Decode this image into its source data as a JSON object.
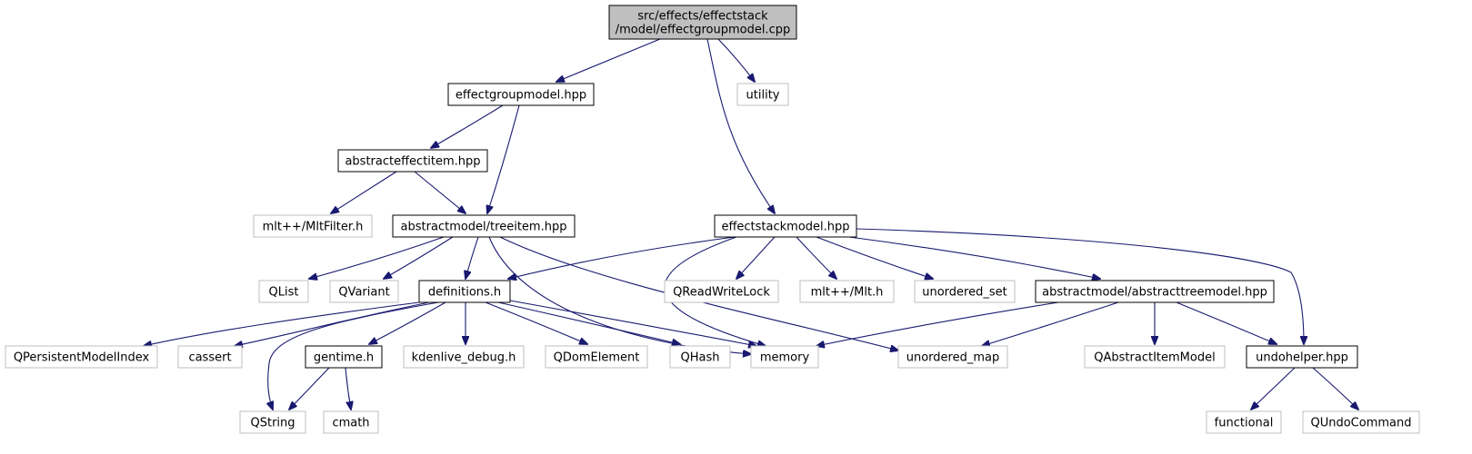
{
  "diagram": {
    "type": "include-dependency-graph",
    "colors": {
      "edge": "#191970",
      "root_fill": "#bfbfbf",
      "project_border": "#000000",
      "system_border": "#bfbfbf",
      "text": "#000000",
      "background": "#ffffff"
    },
    "nodes": [
      {
        "id": "root",
        "kind": "root",
        "lines": [
          "src/effects/effectstack",
          "/model/effectgroupmodel.cpp"
        ]
      },
      {
        "id": "effectgroupmodel",
        "kind": "project",
        "lines": [
          "effectgroupmodel.hpp"
        ]
      },
      {
        "id": "utility",
        "kind": "system",
        "lines": [
          "utility"
        ]
      },
      {
        "id": "abstracteffectitem",
        "kind": "project",
        "lines": [
          "abstracteffectitem.hpp"
        ]
      },
      {
        "id": "mltfilter",
        "kind": "system",
        "lines": [
          "mlt++/MltFilter.h"
        ]
      },
      {
        "id": "treeitem",
        "kind": "project",
        "lines": [
          "abstractmodel/treeitem.hpp"
        ]
      },
      {
        "id": "effectstackmodel",
        "kind": "project",
        "lines": [
          "effectstackmodel.hpp"
        ]
      },
      {
        "id": "qlist",
        "kind": "system",
        "lines": [
          "QList"
        ]
      },
      {
        "id": "qvariant",
        "kind": "system",
        "lines": [
          "QVariant"
        ]
      },
      {
        "id": "definitions",
        "kind": "project",
        "lines": [
          "definitions.h"
        ]
      },
      {
        "id": "qreadwritelock",
        "kind": "system",
        "lines": [
          "QReadWriteLock"
        ]
      },
      {
        "id": "mlt",
        "kind": "system",
        "lines": [
          "mlt++/Mlt.h"
        ]
      },
      {
        "id": "unordered_set",
        "kind": "system",
        "lines": [
          "unordered_set"
        ]
      },
      {
        "id": "abstracttreemodel",
        "kind": "project",
        "lines": [
          "abstractmodel/abstracttreemodel.hpp"
        ]
      },
      {
        "id": "qpersistentmodelindex",
        "kind": "system",
        "lines": [
          "QPersistentModelIndex"
        ]
      },
      {
        "id": "cassert",
        "kind": "system",
        "lines": [
          "cassert"
        ]
      },
      {
        "id": "gentime",
        "kind": "project",
        "lines": [
          "gentime.h"
        ]
      },
      {
        "id": "kdenlive_debug",
        "kind": "system",
        "lines": [
          "kdenlive_debug.h"
        ]
      },
      {
        "id": "qdomelement",
        "kind": "system",
        "lines": [
          "QDomElement"
        ]
      },
      {
        "id": "qhash",
        "kind": "system",
        "lines": [
          "QHash"
        ]
      },
      {
        "id": "memory",
        "kind": "system",
        "lines": [
          "memory"
        ]
      },
      {
        "id": "unordered_map",
        "kind": "system",
        "lines": [
          "unordered_map"
        ]
      },
      {
        "id": "qabstractitemmodel",
        "kind": "system",
        "lines": [
          "QAbstractItemModel"
        ]
      },
      {
        "id": "undohelper",
        "kind": "project",
        "lines": [
          "undohelper.hpp"
        ]
      },
      {
        "id": "qstring",
        "kind": "system",
        "lines": [
          "QString"
        ]
      },
      {
        "id": "cmath",
        "kind": "system",
        "lines": [
          "cmath"
        ]
      },
      {
        "id": "functional",
        "kind": "system",
        "lines": [
          "functional"
        ]
      },
      {
        "id": "qundocommand",
        "kind": "system",
        "lines": [
          "QUndoCommand"
        ]
      }
    ],
    "edges": [
      {
        "from": "root",
        "to": "effectgroupmodel"
      },
      {
        "from": "root",
        "to": "utility"
      },
      {
        "from": "root",
        "to": "effectstackmodel"
      },
      {
        "from": "effectgroupmodel",
        "to": "abstracteffectitem"
      },
      {
        "from": "effectgroupmodel",
        "to": "treeitem"
      },
      {
        "from": "abstracteffectitem",
        "to": "mltfilter"
      },
      {
        "from": "abstracteffectitem",
        "to": "treeitem"
      },
      {
        "from": "treeitem",
        "to": "qlist"
      },
      {
        "from": "treeitem",
        "to": "qvariant"
      },
      {
        "from": "treeitem",
        "to": "definitions"
      },
      {
        "from": "treeitem",
        "to": "memory"
      },
      {
        "from": "treeitem",
        "to": "unordered_map"
      },
      {
        "from": "effectstackmodel",
        "to": "definitions"
      },
      {
        "from": "effectstackmodel",
        "to": "memory"
      },
      {
        "from": "effectstackmodel",
        "to": "qreadwritelock"
      },
      {
        "from": "effectstackmodel",
        "to": "mlt"
      },
      {
        "from": "effectstackmodel",
        "to": "unordered_set"
      },
      {
        "from": "effectstackmodel",
        "to": "abstracttreemodel"
      },
      {
        "from": "effectstackmodel",
        "to": "undohelper"
      },
      {
        "from": "definitions",
        "to": "qpersistentmodelindex"
      },
      {
        "from": "definitions",
        "to": "cassert"
      },
      {
        "from": "definitions",
        "to": "qstring"
      },
      {
        "from": "definitions",
        "to": "gentime"
      },
      {
        "from": "definitions",
        "to": "kdenlive_debug"
      },
      {
        "from": "definitions",
        "to": "qdomelement"
      },
      {
        "from": "definitions",
        "to": "qhash"
      },
      {
        "from": "definitions",
        "to": "memory"
      },
      {
        "from": "gentime",
        "to": "qstring"
      },
      {
        "from": "gentime",
        "to": "cmath"
      },
      {
        "from": "abstracttreemodel",
        "to": "memory"
      },
      {
        "from": "abstracttreemodel",
        "to": "unordered_map"
      },
      {
        "from": "abstracttreemodel",
        "to": "qabstractitemmodel"
      },
      {
        "from": "abstracttreemodel",
        "to": "undohelper"
      },
      {
        "from": "undohelper",
        "to": "functional"
      },
      {
        "from": "undohelper",
        "to": "qundocommand"
      }
    ]
  }
}
